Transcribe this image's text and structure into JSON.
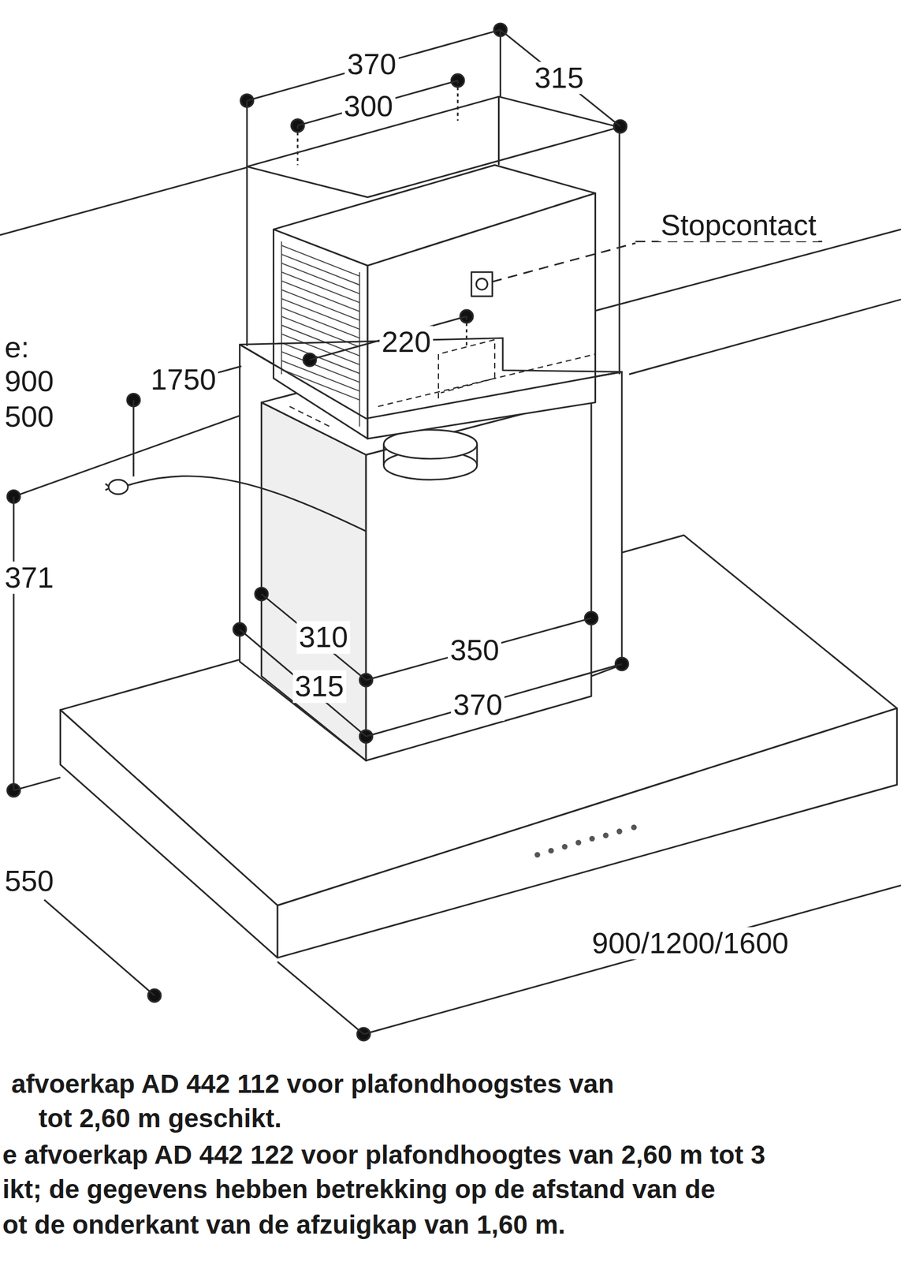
{
  "diagram": {
    "labels": [
      "370",
      "300",
      "315",
      "Stopcontact",
      "220",
      "e:",
      "900",
      "1750",
      "500",
      "371",
      "310",
      "350",
      "315",
      "370",
      "550",
      "900/1200/1600",
      "afvoerkap AD 442 112 voor plafondhoogstes van",
      "tot 2,60 m geschikt.",
      "e afvoerkap AD 442 122 voor plafondhoogtes van 2,60 m tot 3",
      "ikt; de gegevens hebben betrekking op de afstand van de",
      "ot de onderkant van de afzuigkap van 1,60 m."
    ]
  }
}
